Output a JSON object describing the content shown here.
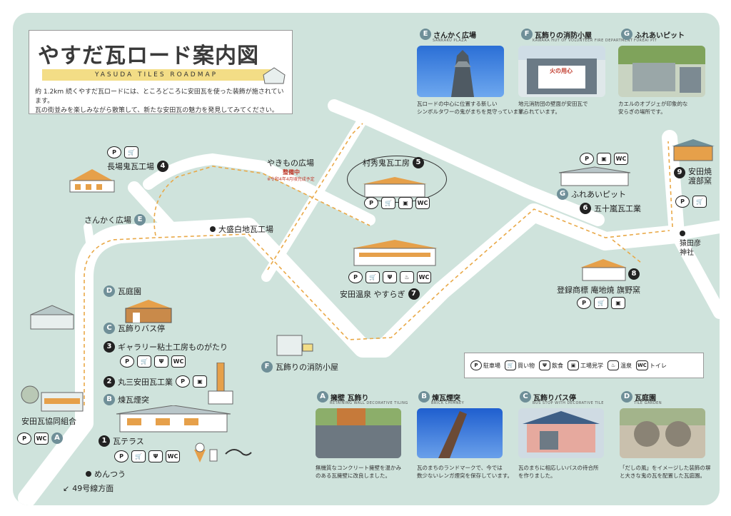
{
  "title": {
    "main": "やすだ瓦ロード案内図",
    "sub": "YASUDA TILES ROADMAP",
    "desc_line1": "約 1.2km 続くやすだ瓦ロードには、ところどころに安田瓦を使った装飾が施されています。",
    "desc_line2": "瓦の街並みを楽しみながら散策して、新たな安田瓦の魅力を発見してみてください。"
  },
  "icons": {
    "parking": "P",
    "shop": "🛒",
    "food": "Ψ",
    "factory": "▣",
    "onsen": "♨",
    "wc": "WC"
  },
  "spots": [
    {
      "num": "1",
      "name": "瓦テラス"
    },
    {
      "num": "2",
      "name": "丸三安田瓦工業"
    },
    {
      "num": "3",
      "name": "ギャラリー粘土工房ものがたり"
    },
    {
      "num": "4",
      "name": "長場鬼瓦工場"
    },
    {
      "num": "5",
      "name": "村秀鬼瓦工房"
    },
    {
      "num": "6",
      "name": "五十嵐瓦工業"
    },
    {
      "num": "7",
      "name": "安田温泉 やすらぎ"
    },
    {
      "num": "8",
      "name": "登録商標 庵地焼 旗野窯"
    },
    {
      "num": "9",
      "name": "安田焼 渡部窯"
    }
  ],
  "letters": {
    "A": "A",
    "B": "B",
    "C": "C",
    "D": "D",
    "E": "E",
    "F": "F",
    "G": "G",
    "B_name": "煉瓦煙突",
    "C_name": "瓦飾りバス停",
    "D_name": "瓦庭園",
    "E_name": "さんかく広場",
    "F_name": "瓦飾りの消防小屋",
    "G_name": "ふれあいピット"
  },
  "places": {
    "kumiai": "安田瓦協同組合",
    "yakimono": "やきもの広場",
    "yakimono_note1": "整備中",
    "yakimono_note2": "※令和4年4月頃完成予定",
    "oomori": "大盛白地瓦工場",
    "saruta1": "猿田彦",
    "saruta2": "神社",
    "mentsuu": "めんつう",
    "route49": "49号線方面"
  },
  "legend": {
    "parking": "駐車場",
    "shop": "買い物",
    "food": "飲食",
    "factory": "工場見学",
    "onsen": "温泉",
    "wc": "トイレ"
  },
  "cards_top": [
    {
      "letter": "E",
      "title": "さんかく広場",
      "sub": "SANKAKU PLAZA",
      "text1": "瓦ロードの中心に位置する新しい",
      "text2": "シンボルタワーの鬼がまちを見守っています。"
    },
    {
      "letter": "F",
      "title": "瓦飾りの消防小屋",
      "sub": "KAWARA HUT OF VOLUNTEER FIRE DEPARTMENT",
      "text1": "地元消防団の壁面が安田瓦で",
      "text2": "彩られています。",
      "sign": "火の用心"
    },
    {
      "letter": "G",
      "title": "ふれあいピット",
      "sub": "FUREAI PIT",
      "text1": "カエルのオブジェが印象的な",
      "text2": "安らぎの場所です。"
    }
  ],
  "cards_bottom": [
    {
      "letter": "A",
      "title": "擁壁 瓦飾り",
      "sub": "RETAINING WALL DECORATIVE TILING",
      "text1": "無機質なコンクリート擁壁を温かみ",
      "text2": "のある瓦擁壁に改良しました。"
    },
    {
      "letter": "B",
      "title": "煉瓦煙突",
      "sub": "BRICK CHIMNEY",
      "text1": "瓦のまちのランドマークで、今では",
      "text2": "数少ないレンガ煙突を保存しています。"
    },
    {
      "letter": "C",
      "title": "瓦飾りバス停",
      "sub": "BUS STOP WITH DECORATIVE TILE",
      "text1": "瓦のまちに相応しいバスの待合所",
      "text2": "を作りました。"
    },
    {
      "letter": "D",
      "title": "瓦庭園",
      "sub": "TILE GARDEN",
      "text1": "「だしの風」をイメージした装飾の塀",
      "text2": "と大きな鬼の瓦を配置した瓦庭園。"
    }
  ]
}
